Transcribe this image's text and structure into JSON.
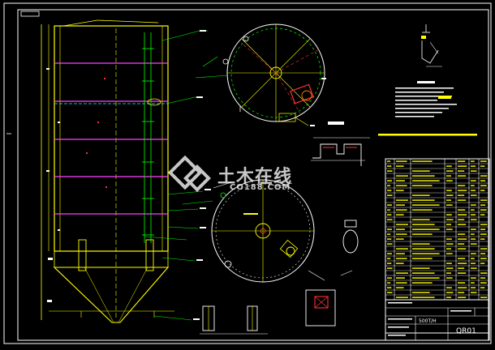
{
  "drawing": {
    "watermark_cn": "土木在线",
    "watermark_en": "CO188.COM",
    "title_block_code": "QR01",
    "title_block_small": "500T/H",
    "colors": {
      "background": "#000000",
      "frame": "#ffffff",
      "vessel": "#ffff00",
      "stiffener": "#ff40ff",
      "nozzle": "#00ff00",
      "cyan": "#00ffff",
      "red": "#ff3030",
      "leader": "#00ff00",
      "table": "#ffff00"
    }
  }
}
